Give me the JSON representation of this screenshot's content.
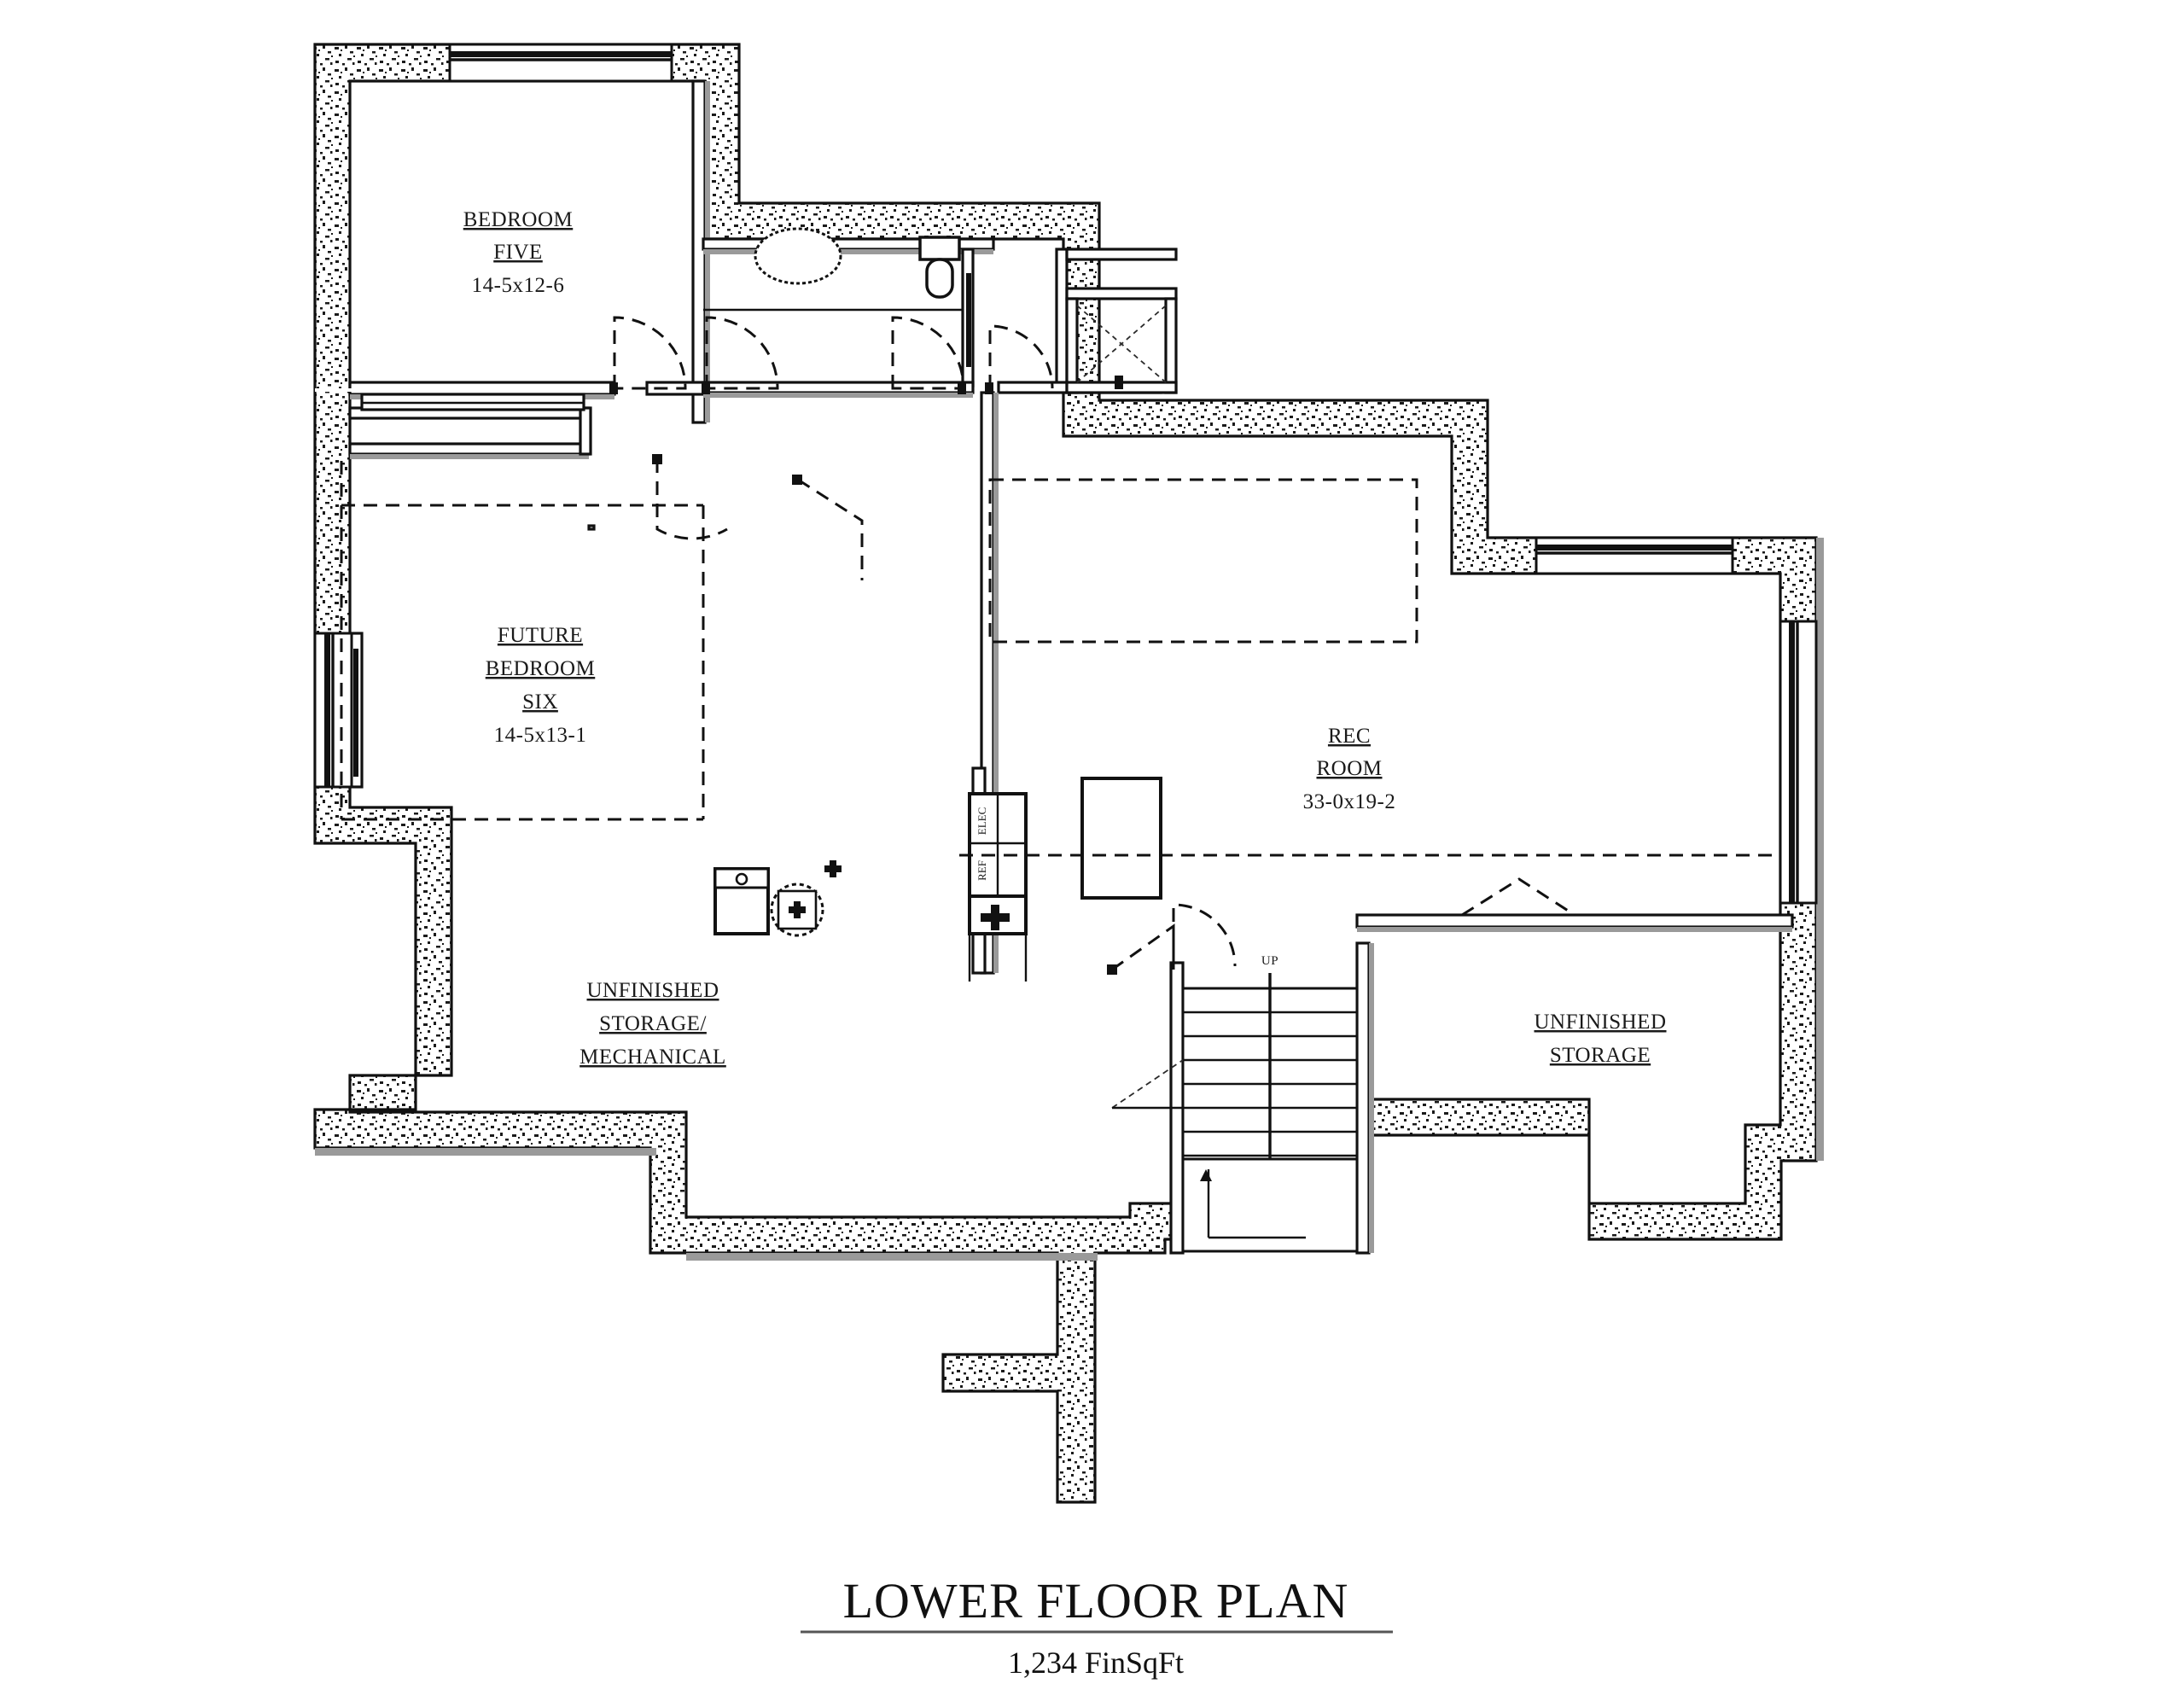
{
  "document": {
    "type": "architectural-floor-plan",
    "title": "LOWER FLOOR PLAN",
    "subtitle": "1,234 FinSqFt"
  },
  "rooms": [
    {
      "id": "bedroom-five",
      "name_line1": "BEDROOM",
      "name_line2": "FIVE",
      "dimensions": "14-5x12-6",
      "finished": true
    },
    {
      "id": "future-bedroom-six",
      "name_line1": "FUTURE",
      "name_line2": "BEDROOM",
      "name_line3": "SIX",
      "dimensions": "14-5x13-1",
      "finished": false
    },
    {
      "id": "rec-room",
      "name_line1": "REC",
      "name_line2": "ROOM",
      "dimensions": "33-0x19-2",
      "finished": true
    },
    {
      "id": "unfinished-storage-mechanical",
      "name_line1": "UNFINISHED",
      "name_line2": "STORAGE/",
      "name_line3": "MECHANICAL",
      "dimensions": "",
      "finished": false
    },
    {
      "id": "unfinished-storage",
      "name_line1": "UNFINISHED",
      "name_line2": "STORAGE",
      "dimensions": "",
      "finished": false
    }
  ],
  "annotations": {
    "stair_direction": "UP",
    "elec_panel": "ELEC",
    "refrigerator": "REF"
  },
  "fixtures": [
    {
      "id": "bathroom-sink",
      "kind": "oval-sink"
    },
    {
      "id": "toilet",
      "kind": "water-closet"
    },
    {
      "id": "shower",
      "kind": "shower-stall"
    },
    {
      "id": "water-heater",
      "kind": "square-appliance"
    },
    {
      "id": "furnace",
      "kind": "round-appliance"
    },
    {
      "id": "floor-drain",
      "kind": "point"
    },
    {
      "id": "staircase",
      "kind": "stair-run"
    },
    {
      "id": "bar-counter",
      "kind": "counter"
    }
  ],
  "colors": {
    "ink": "#111111",
    "paper": "#ffffff",
    "wall_shadow": "#9a9a9a",
    "dash_gray": "#777777"
  }
}
